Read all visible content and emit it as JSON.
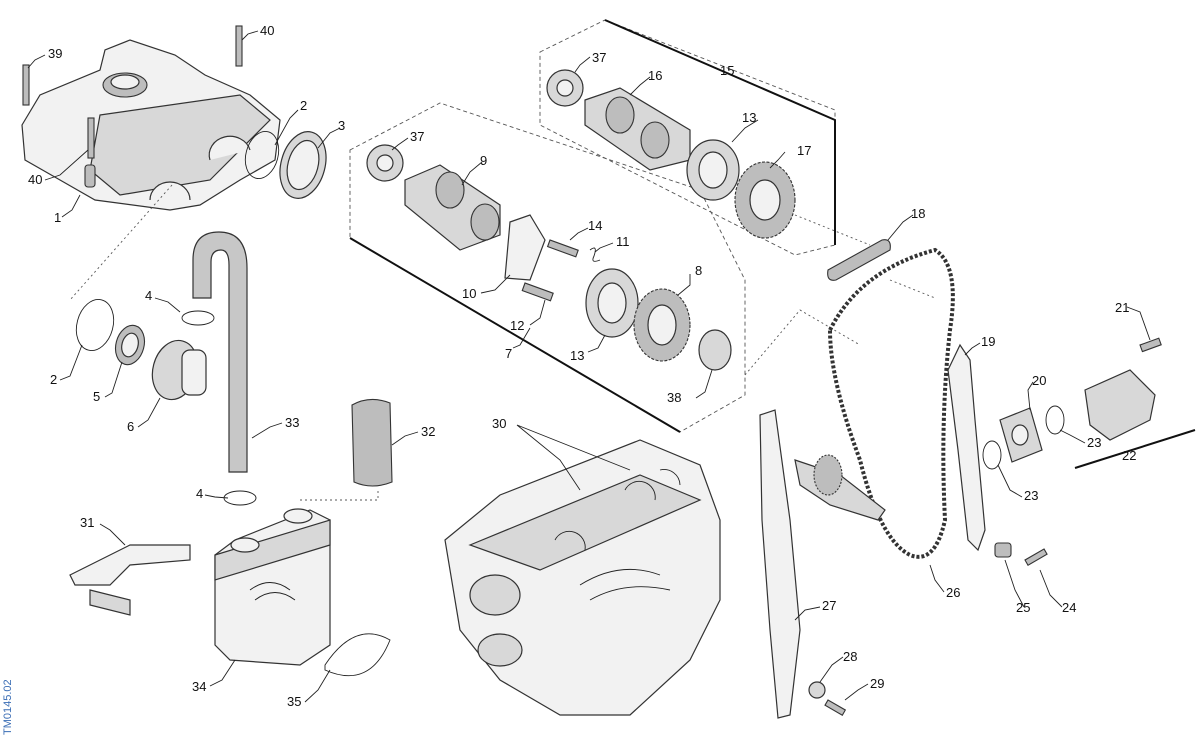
{
  "diagram": {
    "title": "Cylinder head / timing exploded view",
    "doc_id": "TM0145.02",
    "callouts": [
      {
        "id": "c1",
        "label": "1"
      },
      {
        "id": "c2a",
        "label": "2"
      },
      {
        "id": "c2b",
        "label": "2"
      },
      {
        "id": "c3",
        "label": "3"
      },
      {
        "id": "c4a",
        "label": "4"
      },
      {
        "id": "c4b",
        "label": "4"
      },
      {
        "id": "c5",
        "label": "5"
      },
      {
        "id": "c6",
        "label": "6"
      },
      {
        "id": "c7",
        "label": "7"
      },
      {
        "id": "c8",
        "label": "8"
      },
      {
        "id": "c9",
        "label": "9"
      },
      {
        "id": "c10",
        "label": "10"
      },
      {
        "id": "c11",
        "label": "11"
      },
      {
        "id": "c12",
        "label": "12"
      },
      {
        "id": "c13a",
        "label": "13"
      },
      {
        "id": "c13b",
        "label": "13"
      },
      {
        "id": "c14",
        "label": "14"
      },
      {
        "id": "c15",
        "label": "15"
      },
      {
        "id": "c16",
        "label": "16"
      },
      {
        "id": "c17",
        "label": "17"
      },
      {
        "id": "c18",
        "label": "18"
      },
      {
        "id": "c19",
        "label": "19"
      },
      {
        "id": "c20",
        "label": "20"
      },
      {
        "id": "c21",
        "label": "21"
      },
      {
        "id": "c22",
        "label": "22"
      },
      {
        "id": "c23a",
        "label": "23"
      },
      {
        "id": "c23b",
        "label": "23"
      },
      {
        "id": "c24",
        "label": "24"
      },
      {
        "id": "c25",
        "label": "25"
      },
      {
        "id": "c26",
        "label": "26"
      },
      {
        "id": "c27",
        "label": "27"
      },
      {
        "id": "c28",
        "label": "28"
      },
      {
        "id": "c29",
        "label": "29"
      },
      {
        "id": "c30",
        "label": "30"
      },
      {
        "id": "c31",
        "label": "31"
      },
      {
        "id": "c32",
        "label": "32"
      },
      {
        "id": "c33",
        "label": "33"
      },
      {
        "id": "c34",
        "label": "34"
      },
      {
        "id": "c35",
        "label": "35"
      },
      {
        "id": "c37a",
        "label": "37"
      },
      {
        "id": "c37b",
        "label": "37"
      },
      {
        "id": "c38",
        "label": "38"
      },
      {
        "id": "c39",
        "label": "39"
      },
      {
        "id": "c40a",
        "label": "40"
      },
      {
        "id": "c40b",
        "label": "40"
      }
    ]
  }
}
